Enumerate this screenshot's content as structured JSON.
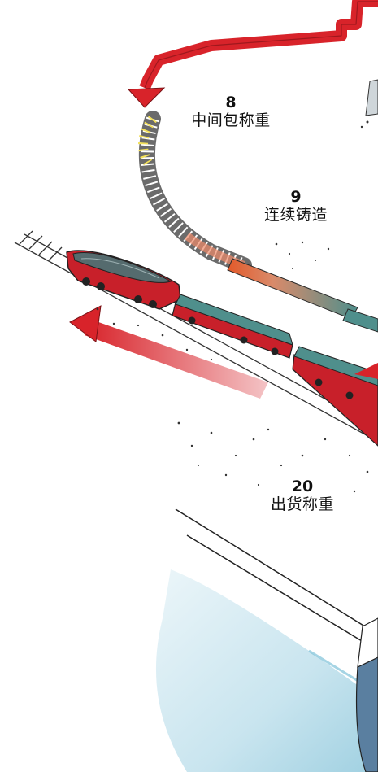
{
  "steps": [
    {
      "number": "8",
      "label": "中间包称重"
    },
    {
      "number": "9",
      "label": "连续铸造"
    },
    {
      "number": "20",
      "label": "出货称重"
    }
  ],
  "colors": {
    "arrow_red": "#d8232a",
    "train_red": "#c8202a",
    "slab_teal": "#4f8f8c",
    "water_blue": "#7fc3d9",
    "ink": "#222222"
  },
  "icons": [
    "curved-arrow-icon",
    "caster-segments-icon",
    "rail-track-icon",
    "locomotive-icon",
    "flatcar-icon",
    "steel-slab-icon",
    "ship-hull-icon"
  ]
}
